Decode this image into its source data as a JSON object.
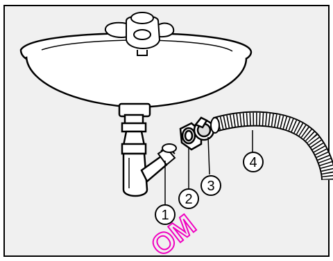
{
  "diagram": {
    "callouts": [
      {
        "id": "1",
        "label": "1"
      },
      {
        "id": "2",
        "label": "2"
      },
      {
        "id": "3",
        "label": "3"
      },
      {
        "id": "4",
        "label": "4"
      }
    ],
    "watermark": "OM",
    "colors": {
      "line": "#000000",
      "frame_fill": "#f0f0f0",
      "watermark": "#f000c0"
    },
    "icons": [
      "washbasin-icon",
      "tap-icon",
      "drain-trap-icon",
      "adapter-icon",
      "nut-icon",
      "hose-clip-icon",
      "drain-hose-icon"
    ]
  }
}
